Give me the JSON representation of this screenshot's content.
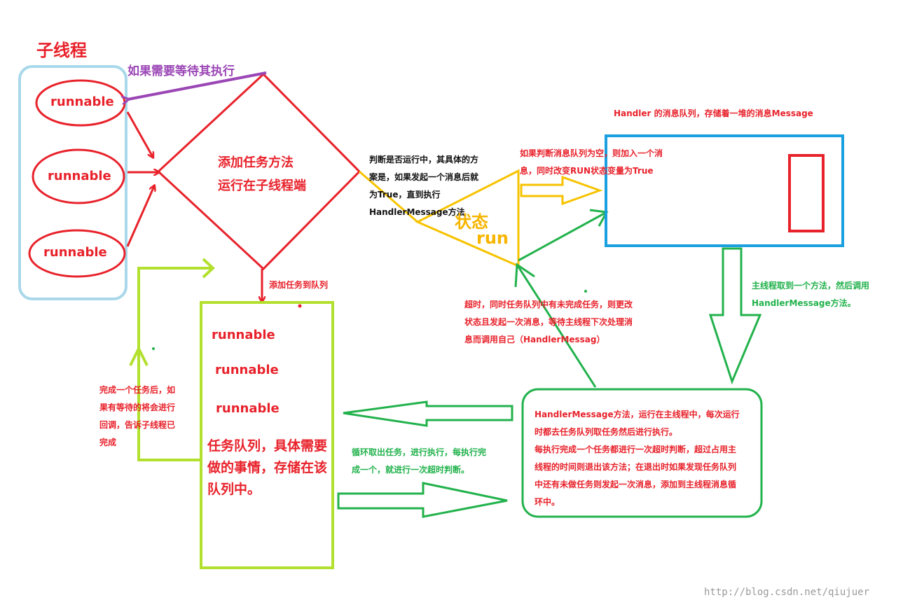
{
  "title": "子线程",
  "wait_label": "如果需要等待其执行",
  "runnables_left": [
    "runnable",
    "runnable",
    "runnable"
  ],
  "add_method_lines": [
    "添加任务方法",
    "运行在子线程端"
  ],
  "add_to_queue": "添加任务到队列",
  "queue_runnables": [
    "runnable",
    "runnable",
    "runnable"
  ],
  "queue_desc_lines": [
    "任务队列，具体需要",
    "做的事情，存储在该",
    "队列中。"
  ],
  "check_running_lines": [
    "判断是否运行中，其具体的方",
    "案是，如果发起一个消息后就",
    "为True，直到执行",
    "HandlerMessage方法"
  ],
  "state_label": "状态",
  "run_label": "run",
  "handler_queue_title": "Handler 的消息队列，存储着一堆的消息Message",
  "if_empty_lines": [
    "如果判断消息队列为空，则加入一个消",
    "息，同时改变RUN状态变量为True"
  ],
  "main_take_lines": [
    "主线程取到一个方法，然后调用",
    "HandlerMessage方法。"
  ],
  "timeout_lines": [
    "超时，同时任务队列中有未完成任务，则更改",
    "状态且发起一次消息，等待主线程下次处理消",
    "息而调用自己（HandlerMessag）"
  ],
  "complete_lines": [
    "完成一个任务后，如",
    "果有等待的将会进行",
    "回调，告诉子线程已",
    "完成"
  ],
  "loop_lines": [
    "循环取出任务，进行执行，每执行完",
    "成一个，就进行一次超时判断。"
  ],
  "handler_desc_lines": [
    "HandlerMessage方法，运行在主线程中，每次运行",
    "时都去任务队列取任务然后进行执行。",
    "每执行完成一个任务都进行一次超时判断，超过占用主",
    "线程的时间则退出该方法；在退出时如果发现任务队列",
    "中还有未做任务则发起一次消息，添加到主线程消息循",
    "环中。"
  ],
  "watermark": "http://blog.csdn.net/qiujuer",
  "colors": {
    "red": "#e8222b",
    "green": "#22b24c",
    "lime": "#b3e02e",
    "blue": "#1aa0e0",
    "lightblue": "#a8d8ea",
    "purple": "#9b46b5",
    "yellow": "#f7c300"
  }
}
